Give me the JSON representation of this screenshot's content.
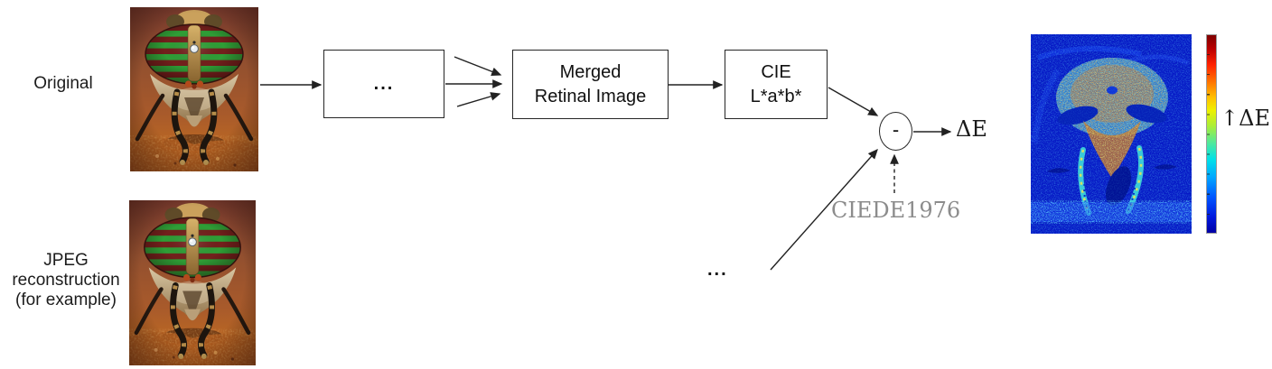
{
  "diagram": {
    "inputs": {
      "original_label": "Original",
      "jpeg_label": "JPEG\nreconstruction\n(for example)"
    },
    "nodes": {
      "hidden_stage": "...",
      "merged_retinal": "Merged\nRetinal Image",
      "cie_lab": "CIE\nL*a*b*",
      "difference_operator": "-",
      "second_input_ellipsis": "..."
    },
    "annotations": {
      "metric": "CIEDE1976",
      "output": "ΔE",
      "colorbar": "↑ΔE"
    },
    "colors": {
      "line": "#222222",
      "annotation_gray": "#8c8c8c",
      "colorbar_top": "#7f0000",
      "colorbar_bottom": "#0000a4",
      "heatmap_background": "#0619c6"
    }
  }
}
